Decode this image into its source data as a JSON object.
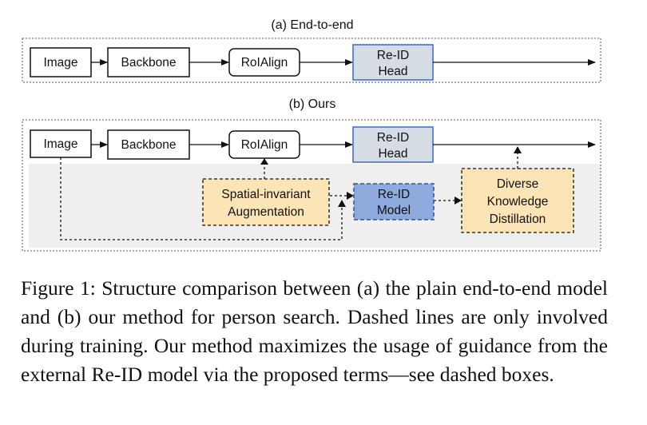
{
  "panel_a": {
    "title": "(a) End-to-end",
    "image": "Image",
    "backbone": "Backbone",
    "roialign": "RoIAlign",
    "reid_head_line1": "Re-ID",
    "reid_head_line2": "Head"
  },
  "panel_b": {
    "title": "(b) Ours",
    "image": "Image",
    "backbone": "Backbone",
    "roialign": "RoIAlign",
    "reid_head_line1": "Re-ID",
    "reid_head_line2": "Head",
    "sia_line1": "Spatial-invariant",
    "sia_line2": "Augmentation",
    "reid_model_line1": "Re-ID",
    "reid_model_line2": "Model",
    "dkd_line1": "Diverse",
    "dkd_line2": "Knowledge",
    "dkd_line3": "Distillation"
  },
  "caption": "Figure 1: Structure comparison between (a) the plain end-to-end model and (b) our method for person search. Dashed lines are only involved during training. Our method maximizes the usage of guidance from the external Re-ID model via the proposed terms—see dashed boxes.",
  "colors": {
    "reid_head_fill": "#d6dce4",
    "reid_head_border": "#4472c4",
    "reid_model_fill": "#8faadc",
    "augmentation_fill": "#fbe5b6",
    "training_region": "#efefef"
  }
}
